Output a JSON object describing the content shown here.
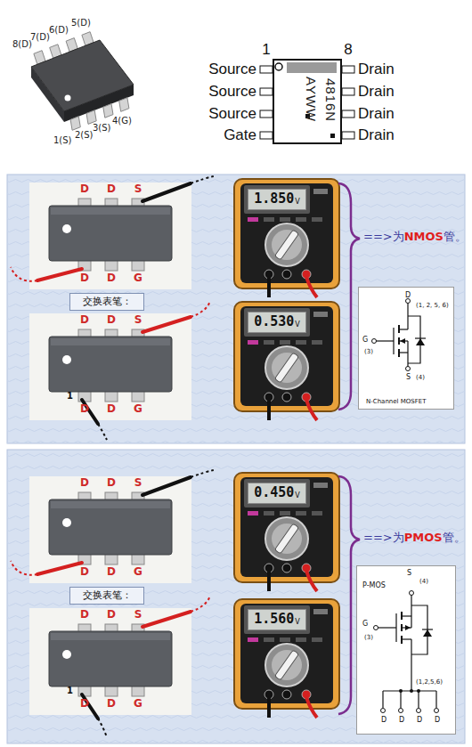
{
  "diagram": {
    "nodes": [
      {
        "text": [
          "4816N",
          "AYWW"
        ]
      },
      {
        "text": [
          "1.850",
          "V"
        ]
      },
      {
        "text": [
          "交换表笔："
        ]
      },
      {
        "text": [
          "0.530",
          "V"
        ]
      },
      {
        "text": [
          "D",
          "(1, 2, 5, 6)",
          "G",
          "(3)",
          "S",
          "(4)",
          "N-Channel MOSFET"
        ]
      },
      {
        "text": [
          "0.450",
          "V"
        ]
      },
      {
        "text": [
          "交换表笔："
        ]
      },
      {
        "text": [
          "1.560",
          "V"
        ]
      },
      {
        "text": [
          "S",
          "(4)",
          "P-MOS",
          "G",
          "(3)",
          "(1,2,5,6)",
          "D",
          "D",
          "D",
          "D"
        ]
      }
    ],
    "labels": [
      "8(D)",
      "7(D)",
      "6(D)",
      "5(D)",
      "4(G)",
      "3(S)",
      "2(S)",
      "1(S)",
      "1",
      "8",
      "Source",
      "Drain",
      "Source",
      "Drain",
      "Source",
      "Drain",
      "Gate",
      "Drain",
      "D",
      "D",
      "S",
      "D",
      "D",
      "G",
      "==>为",
      "NMOS",
      "管。",
      "D",
      "D",
      "S",
      "1",
      "D",
      "D",
      "G",
      "D",
      "D",
      "S",
      "D",
      "D",
      "G",
      "==>为",
      "PMOS",
      "管。",
      "D",
      "D",
      "S",
      "1",
      "D",
      "D",
      "G"
    ]
  }
}
